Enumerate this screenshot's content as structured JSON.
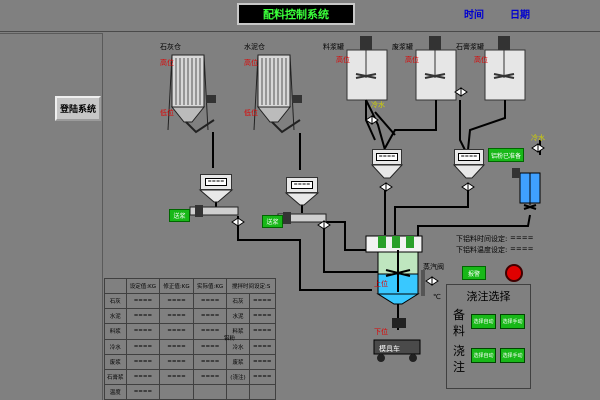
{
  "header": {
    "title": "配料控制系统",
    "time_label": "时间",
    "date_label": "日期"
  },
  "login_button": "登陆系统",
  "silos": [
    {
      "name": "石灰仓",
      "high": "高位",
      "low": "低位"
    },
    {
      "name": "水泥仓",
      "high": "高位",
      "low": "低位"
    }
  ],
  "tanks": [
    {
      "name": "料浆罐",
      "level": "高位"
    },
    {
      "name": "废浆罐",
      "level": "高位"
    },
    {
      "name": "石膏浆罐",
      "level": "高位"
    }
  ],
  "cold_water": "冷水",
  "feed_buttons": [
    "送浆",
    "送浆"
  ],
  "scale_readout": "====",
  "aluminum_ready": "铝粉已准备",
  "mixer": {
    "upper": "上位",
    "lower": "下位",
    "steam_valve": "蒸汽阀",
    "temp_unit": "℃"
  },
  "cart_label": "模具车",
  "discharge": {
    "time_label": "下铝料时间设定:",
    "temp_label": "下铝料温度设定:",
    "time_value": "====",
    "temp_value": "===="
  },
  "alarm_button": "报警",
  "table": {
    "headers": [
      "",
      "设定值:KG",
      "修正值:KG",
      "实际值:KG",
      "搅拌时间设定:S"
    ],
    "rows": [
      [
        "石灰",
        "====",
        "====",
        "====",
        "石灰"
      ],
      [
        "水泥",
        "====",
        "====",
        "====",
        "水泥"
      ],
      [
        "料浆",
        "====",
        "====",
        "====",
        "料浆"
      ],
      [
        "冷水",
        "====",
        "====",
        "====",
        "冷水"
      ],
      [
        "废浆",
        "====",
        "====",
        "====",
        "废浆"
      ],
      [
        "石膏浆",
        "====",
        "====",
        "====",
        "(浇注)"
      ],
      [
        "温度",
        "====",
        "",
        "",
        ""
      ]
    ],
    "col5_values": [
      "====",
      "====",
      "====",
      "====",
      "====",
      "====",
      ""
    ],
    "mid_values": [
      "",
      "",
      "",
      "",
      "铝粉",
      "",
      ""
    ]
  },
  "pour": {
    "title": "浇注选择",
    "left_label_a": "备料",
    "left_label_b": "浇注",
    "buttons": [
      "选择自动",
      "选择手动",
      "选择自动",
      "选择手动"
    ]
  },
  "colors": {
    "background": "#808080",
    "title_text": "#3aff3a",
    "accent_blue": "#0000d0",
    "alarm_red": "#e00000",
    "button_green": "#18b818"
  }
}
